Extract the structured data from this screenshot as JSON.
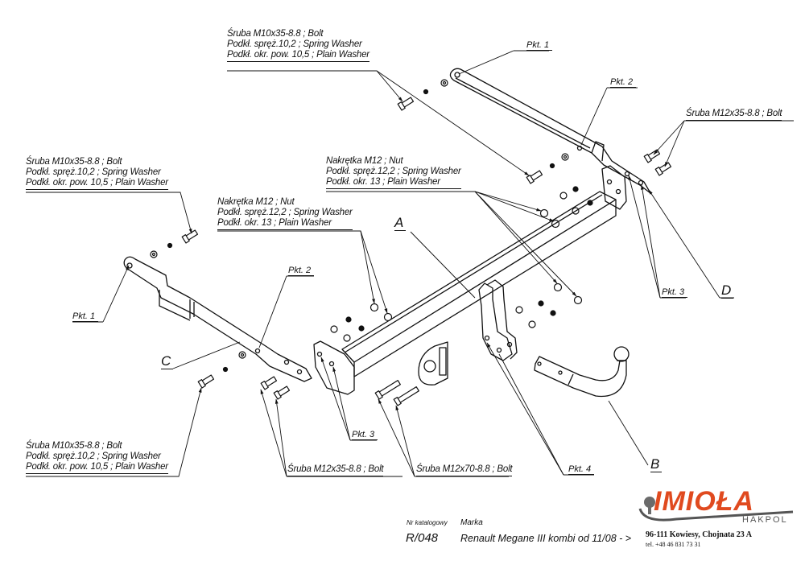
{
  "title_block": {
    "catalog_label": "Nr katalogowy",
    "catalog_number": "R/048",
    "brand_label": "Marka",
    "vehicle": "Renault Megane III kombi  od 11/08 - >"
  },
  "company": {
    "logo_name": "IMIOŁA",
    "logo_sub": "HAKPOL",
    "address": "96-111 Kowiesy, Chojnata 23 A",
    "phone": "tel. +48 46 831 73 31",
    "brand_color": "#e04a1f",
    "ball_color": "#6b6b6b"
  },
  "part_letters": {
    "a": "A",
    "b": "B",
    "c": "C",
    "d": "D"
  },
  "points": {
    "pkt1_top": "Pkt. 1",
    "pkt2_top": "Pkt. 2",
    "pkt3_right": "Pkt. 3",
    "pkt1_left": "Pkt. 1",
    "pkt2_left": "Pkt. 2",
    "pkt3_bottom": "Pkt. 3",
    "pkt4": "Pkt. 4"
  },
  "callouts": {
    "top_m10": {
      "line1": "Śruba M10x35-8.8 ;  Bolt",
      "line2": "Podkł. spręż.10,2 ; Spring Washer",
      "line3": "Podkł. okr. pow. 10,5 ; Plain Washer"
    },
    "left_m10": {
      "line1": "Śruba M10x35-8.8 ;  Bolt",
      "line2": "Podkł. spręż.10,2 ; Spring Washer",
      "line3": "Podkł. okr. pow. 10,5 ; Plain Washer"
    },
    "bottom_m10": {
      "line1": "Śruba M10x35-8.8 ;  Bolt",
      "line2": "Podkł. spręż.10,2 ; Spring Washer",
      "line3": "Podkł. okr. pow. 10,5 ; Plain Washer"
    },
    "nut_left": {
      "line1": "Nakrętka  M12 ; Nut",
      "line2": "Podkł. spręż.12,2 ; Spring Washer",
      "line3": "Podkł. okr. 13 ; Plain Washer"
    },
    "nut_right": {
      "line1": "Nakrętka  M12 ; Nut",
      "line2": "Podkł. spręż.12,2 ; Spring Washer",
      "line3": "Podkł. okr. 13 ; Plain Washer"
    },
    "bolt_m12x35_right": "Śruba M12x35-8.8 ;  Bolt",
    "bolt_m12x35_bottom": "Śruba M12x35-8.8 ;  Bolt",
    "bolt_m12x70": "Śruba M12x70-8.8 ;  Bolt"
  }
}
